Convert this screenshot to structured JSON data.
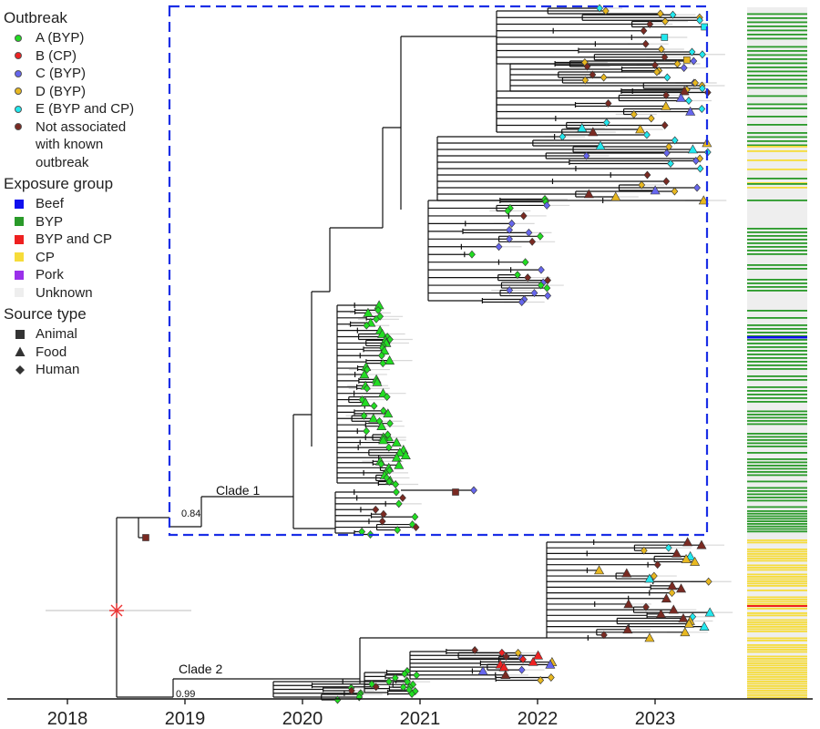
{
  "legend": {
    "outbreak_title": "Outbreak",
    "outbreak": [
      {
        "label": "A (BYP)",
        "color": "#22dd22"
      },
      {
        "label": "B (CP)",
        "color": "#ee2222"
      },
      {
        "label": "C (BYP)",
        "color": "#6666ee"
      },
      {
        "label": "D (BYP)",
        "color": "#e8b820"
      },
      {
        "label": "E (BYP and CP)",
        "color": "#22e8ee"
      },
      {
        "label": "Not associated\nwith known\noutbreak",
        "color": "#7a2a22"
      }
    ],
    "exposure_title": "Exposure group",
    "exposure": [
      {
        "label": "Beef",
        "color": "#1010ee"
      },
      {
        "label": "BYP",
        "color": "#2a9a2a"
      },
      {
        "label": "BYP and CP",
        "color": "#ee2020"
      },
      {
        "label": "CP",
        "color": "#f6dc3a"
      },
      {
        "label": "Pork",
        "color": "#9a30ea"
      },
      {
        "label": "Unknown",
        "color": "#eeeeee"
      }
    ],
    "source_title": "Source type",
    "source": [
      {
        "label": "Animal",
        "icon": "square-icon"
      },
      {
        "label": "Food",
        "icon": "triangle-icon"
      },
      {
        "label": "Human",
        "icon": "diamond-icon"
      }
    ]
  },
  "tree": {
    "clade1_label": "Clade 1",
    "clade2_label": "Clade 2",
    "node_support_1": "0.84",
    "node_support_2": "0.99",
    "root_marker_color": "#ee3333",
    "box_color": "#1a2ee6"
  },
  "axis": {
    "ticks": [
      "2018",
      "2019",
      "2020",
      "2021",
      "2022",
      "2023"
    ]
  }
}
